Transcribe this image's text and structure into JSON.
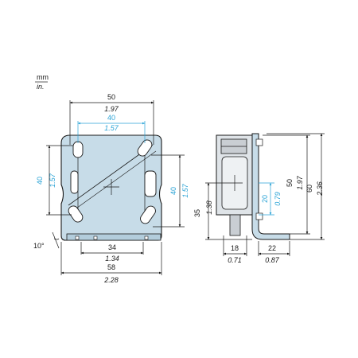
{
  "units": {
    "metric": "mm",
    "imperial": "in."
  },
  "colors": {
    "plate": "#c7dce8",
    "highlight": "#2aa3d6",
    "line": "#1a1a1a"
  },
  "dimensions": {
    "top_outer_mm": "50",
    "top_outer_in": "1.97",
    "top_inner_mm": "40",
    "top_inner_in": "1.57",
    "left_mm": "40",
    "left_in": "1.57",
    "right_mm": "40",
    "right_in": "1.57",
    "angle": "10°",
    "bottom_inner_mm": "34",
    "bottom_inner_in": "1.34",
    "bottom_outer_mm": "58",
    "bottom_outer_in": "2.28",
    "side_height35_mm": "35",
    "side_height35_in": "1.38",
    "side_height20_mm": "20",
    "side_height20_in": "0.79",
    "side_height50_mm": "50",
    "side_height50_in": "1.97",
    "side_height60_mm": "60",
    "side_height60_in": "2.36",
    "side_width18_mm": "18",
    "side_width18_in": "0.71",
    "side_width22_mm": "22",
    "side_width22_in": "0.87"
  }
}
